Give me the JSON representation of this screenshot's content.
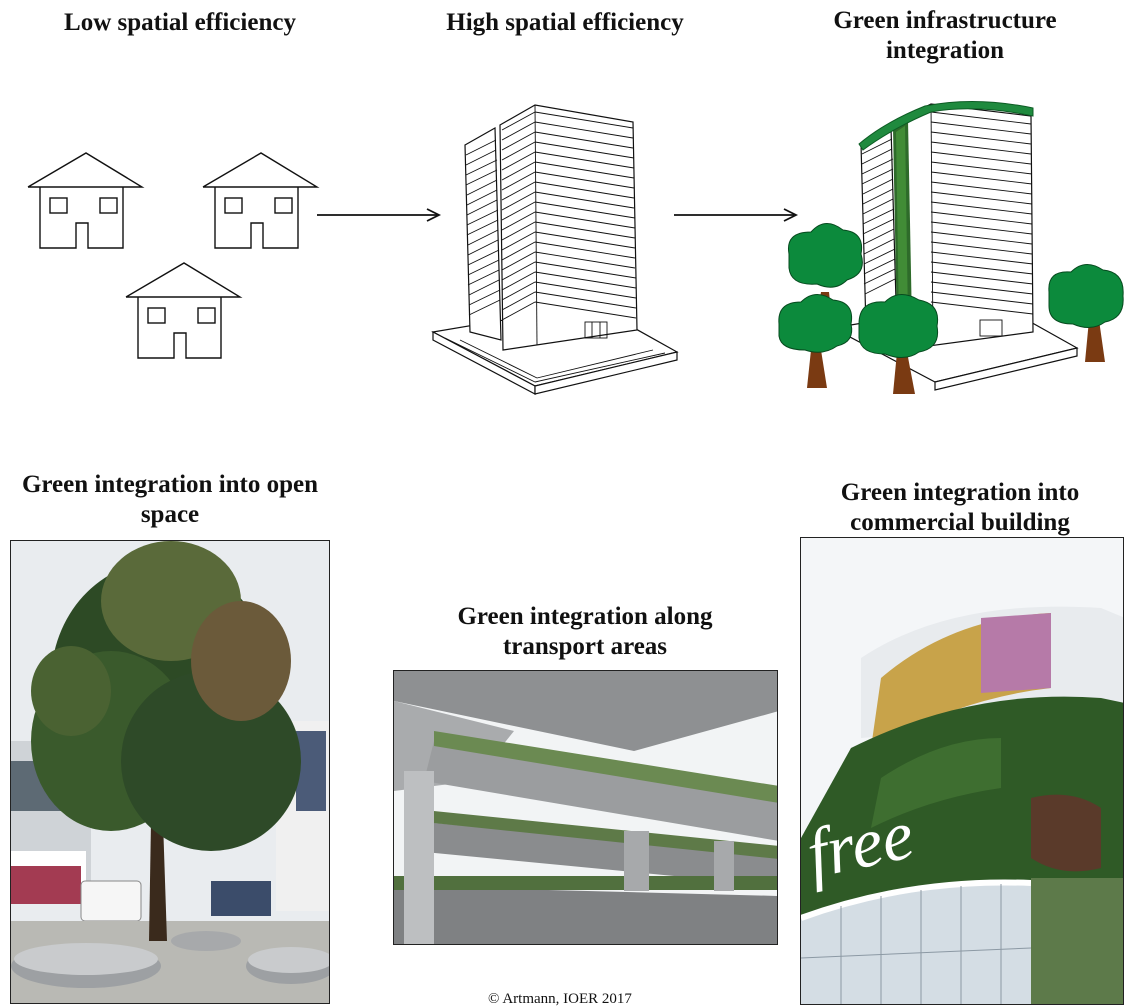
{
  "stages": {
    "low": "Low spatial efficiency",
    "high": "High spatial efficiency",
    "green": "Green infrastructure integration"
  },
  "examples": {
    "open_space": "Green integration into open space",
    "transport": "Green integration along transport areas",
    "commercial": "Green integration into commercial building"
  },
  "sign_text": "free",
  "copyright": "© Artmann, IOER 2017",
  "colors": {
    "tree_green": "#0c8a3c",
    "trunk": "#7a3a12",
    "roof_green": "#1f8a3e",
    "line": "#111111"
  }
}
